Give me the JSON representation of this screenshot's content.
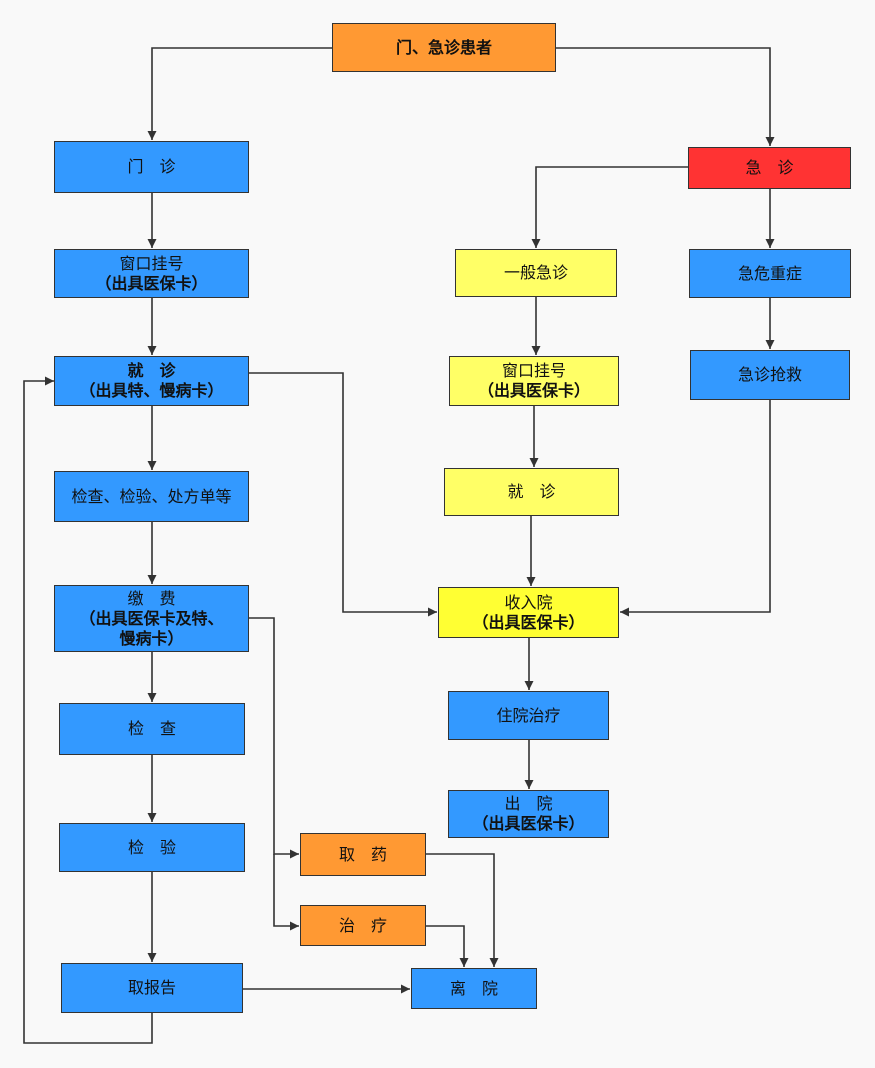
{
  "colors": {
    "blue": "#3399ff",
    "yellow": "#ffff66",
    "orange": "#ff9933",
    "red": "#ff3333",
    "line": "#333333"
  },
  "nodes": {
    "patients": {
      "l1": "门、急诊患者"
    },
    "outpatient": {
      "l1": "门　诊"
    },
    "op_register": {
      "l1": "窗口挂号",
      "l2": "（出具医保卡）"
    },
    "op_consult": {
      "l1": "就　诊",
      "l2": "（出具特、慢病卡）"
    },
    "op_exams": {
      "l1": "检查、检验、处方单等"
    },
    "op_payment": {
      "l1": "缴　费",
      "l2": "（出具医保卡及特、",
      "l3": "慢病卡）"
    },
    "op_check": {
      "l1": "检　查"
    },
    "op_test": {
      "l1": "检　验"
    },
    "op_report": {
      "l1": "取报告"
    },
    "medicine": {
      "l1": "取　药"
    },
    "treatment": {
      "l1": "治　疗"
    },
    "leave": {
      "l1": "离　院"
    },
    "emergency": {
      "l1": "急　诊"
    },
    "em_general": {
      "l1": "一般急诊"
    },
    "em_register": {
      "l1": "窗口挂号",
      "l2": "（出具医保卡）"
    },
    "em_consult": {
      "l1": "就　诊"
    },
    "admission": {
      "l1": "收入院",
      "l2": "（出具医保卡）"
    },
    "hospitalization": {
      "l1": "住院治疗"
    },
    "discharge": {
      "l1": "出　院",
      "l2": "（出具医保卡）"
    },
    "em_critical": {
      "l1": "急危重症"
    },
    "em_rescue": {
      "l1": "急诊抢救"
    }
  }
}
